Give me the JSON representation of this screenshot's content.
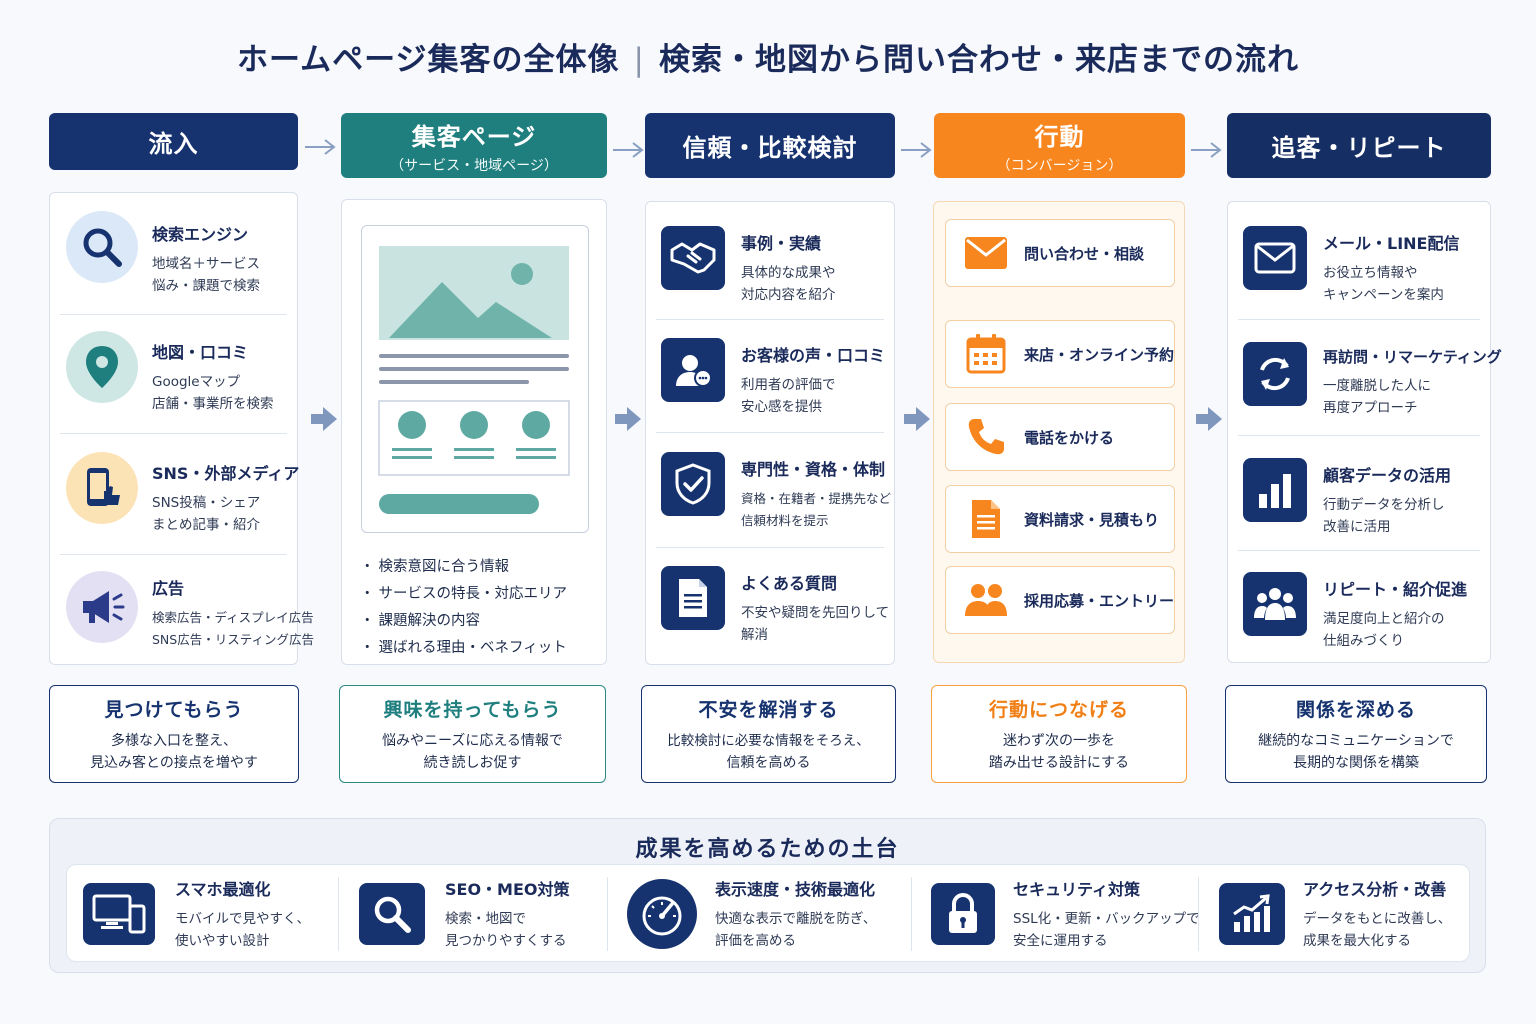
{
  "title": {
    "main": "ホームページ集客の全体像",
    "separator": "|",
    "sub": "検索・地図から問い合わせ・来店までの流れ"
  },
  "stages": [
    {
      "title": "流入",
      "subtitle": ""
    },
    {
      "title": "集客ページ",
      "subtitle": "（サービス・地域ページ）"
    },
    {
      "title": "信頼・比較検討",
      "subtitle": ""
    },
    {
      "title": "行動",
      "subtitle": "（コンバージョン）"
    },
    {
      "title": "追客・リピート",
      "subtitle": ""
    }
  ],
  "inflow": [
    {
      "icon": "search-icon",
      "title": "検索エンジン",
      "lines": [
        "地域名＋サービス",
        "悩み・課題で検索"
      ]
    },
    {
      "icon": "map-pin-icon",
      "title": "地図・口コミ",
      "lines": [
        "Googleマップ",
        "店舗・事業所を検索"
      ]
    },
    {
      "icon": "smartphone-thumbs-up-icon",
      "title": "SNS・外部メディア",
      "lines": [
        "SNS投稿・シェア",
        "まとめ記事・紹介"
      ]
    },
    {
      "icon": "megaphone-icon",
      "title": "広告",
      "lines": [
        "検索広告・ディスプレイ広告",
        "SNS広告・リスティング広告"
      ]
    }
  ],
  "landing": {
    "bullets": [
      "検索意図に合う情報",
      "サービスの特長・対応エリア",
      "課題解決の内容",
      "選ばれる理由・ベネフィット"
    ]
  },
  "trust": [
    {
      "icon": "handshake-icon",
      "title": "事例・実績",
      "lines": [
        "具体的な成果や",
        "対応内容を紹介"
      ]
    },
    {
      "icon": "customer-voice-icon",
      "title": "お客様の声・口コミ",
      "lines": [
        "利用者の評価で",
        "安心感を提供"
      ]
    },
    {
      "icon": "shield-check-icon",
      "title": "専門性・資格・体制",
      "lines": [
        "資格・在籍者・提携先など",
        "信頼材料を提示"
      ]
    },
    {
      "icon": "document-icon",
      "title": "よくある質問",
      "lines": [
        "不安や疑問を先回りして",
        "解消"
      ]
    }
  ],
  "actions": [
    {
      "icon": "mail-icon",
      "label": "問い合わせ・相談"
    },
    {
      "icon": "calendar-icon",
      "label": "来店・オンライン予約"
    },
    {
      "icon": "phone-icon",
      "label": "電話をかける"
    },
    {
      "icon": "file-icon",
      "label": "資料請求・見積もり"
    },
    {
      "icon": "people-icon",
      "label": "採用応募・エントリー"
    }
  ],
  "followup": [
    {
      "icon": "mail-icon",
      "title": "メール・LINE配信",
      "lines": [
        "お役立ち情報や",
        "キャンペーンを案内"
      ]
    },
    {
      "icon": "refresh-icon",
      "title": "再訪問・リマーケティング",
      "lines": [
        "一度離脱した人に",
        "再度アプローチ"
      ]
    },
    {
      "icon": "bar-chart-icon",
      "title": "顧客データの活用",
      "lines": [
        "行動データを分析し",
        "改善に活用"
      ]
    },
    {
      "icon": "group-icon",
      "title": "リピート・紹介促進",
      "lines": [
        "満足度向上と紹介の",
        "仕組みづくり"
      ]
    }
  ],
  "goals": [
    {
      "title": "見つけてもらう",
      "lines": [
        "多様な入口を整え、",
        "見込み客との接点を増やす"
      ]
    },
    {
      "title": "興味を持ってもらう",
      "lines": [
        "悩みやニーズに応える情報で",
        "続き読しお促す"
      ]
    },
    {
      "title": "不安を解消する",
      "lines": [
        "比較検討に必要な情報をそろえ、",
        "信頼を高める"
      ]
    },
    {
      "title": "行動につなげる",
      "lines": [
        "迷わず次の一歩を",
        "踏み出せる設計にする"
      ]
    },
    {
      "title": "関係を深める",
      "lines": [
        "継続的なコミュニケーションで",
        "長期的な関係を構築"
      ]
    }
  ],
  "foundation": {
    "title": "成果を高めるための土台",
    "items": [
      {
        "icon": "devices-icon",
        "title": "スマホ最適化",
        "lines": [
          "モバイルで見やすく、",
          "使いやすい設計"
        ]
      },
      {
        "icon": "search-icon",
        "title": "SEO・MEO対策",
        "lines": [
          "検索・地図で",
          "見つかりやすくする"
        ]
      },
      {
        "icon": "speedometer-icon",
        "title": "表示速度・技術最適化",
        "lines": [
          "快適な表示で離脱を防ぎ、",
          "評価を高める"
        ]
      },
      {
        "icon": "lock-icon",
        "title": "セキュリティ対策",
        "lines": [
          "SSL化・更新・バックアップで",
          "安全に運用する"
        ]
      },
      {
        "icon": "growth-chart-icon",
        "title": "アクセス分析・改善",
        "lines": [
          "データをもとに改善し、",
          "成果を最大化する"
        ]
      }
    ]
  },
  "colors": {
    "navy": "#16336f",
    "teal": "#1f7f7f",
    "orange": "#f7861f"
  }
}
